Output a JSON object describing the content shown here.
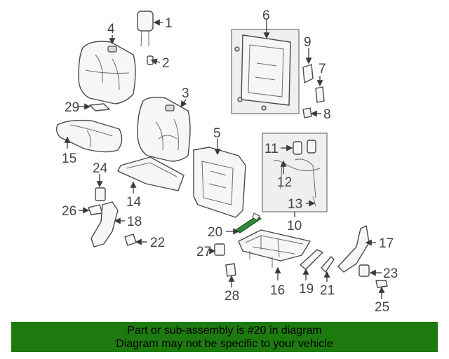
{
  "diagram": {
    "highlight_color": "#2e8b3a",
    "callouts": {
      "c1": "1",
      "c2": "2",
      "c3": "3",
      "c4": "4",
      "c5": "5",
      "c6": "6",
      "c7": "7",
      "c8": "8",
      "c9": "9",
      "c10": "10",
      "c11": "11",
      "c12": "12",
      "c13": "13",
      "c14": "14",
      "c15": "15",
      "c16": "16",
      "c17": "17",
      "c18": "18",
      "c19": "19",
      "c20": "20",
      "c21": "21",
      "c22": "22",
      "c23": "23",
      "c24": "24",
      "c25": "25",
      "c26": "26",
      "c27": "27",
      "c28": "28",
      "c29": "29"
    }
  },
  "banner": {
    "background": "#1d7a0e",
    "line1": "Part or sub-assembly is #20 in diagram",
    "line2": "Diagram may not be specific to your vehicle"
  }
}
